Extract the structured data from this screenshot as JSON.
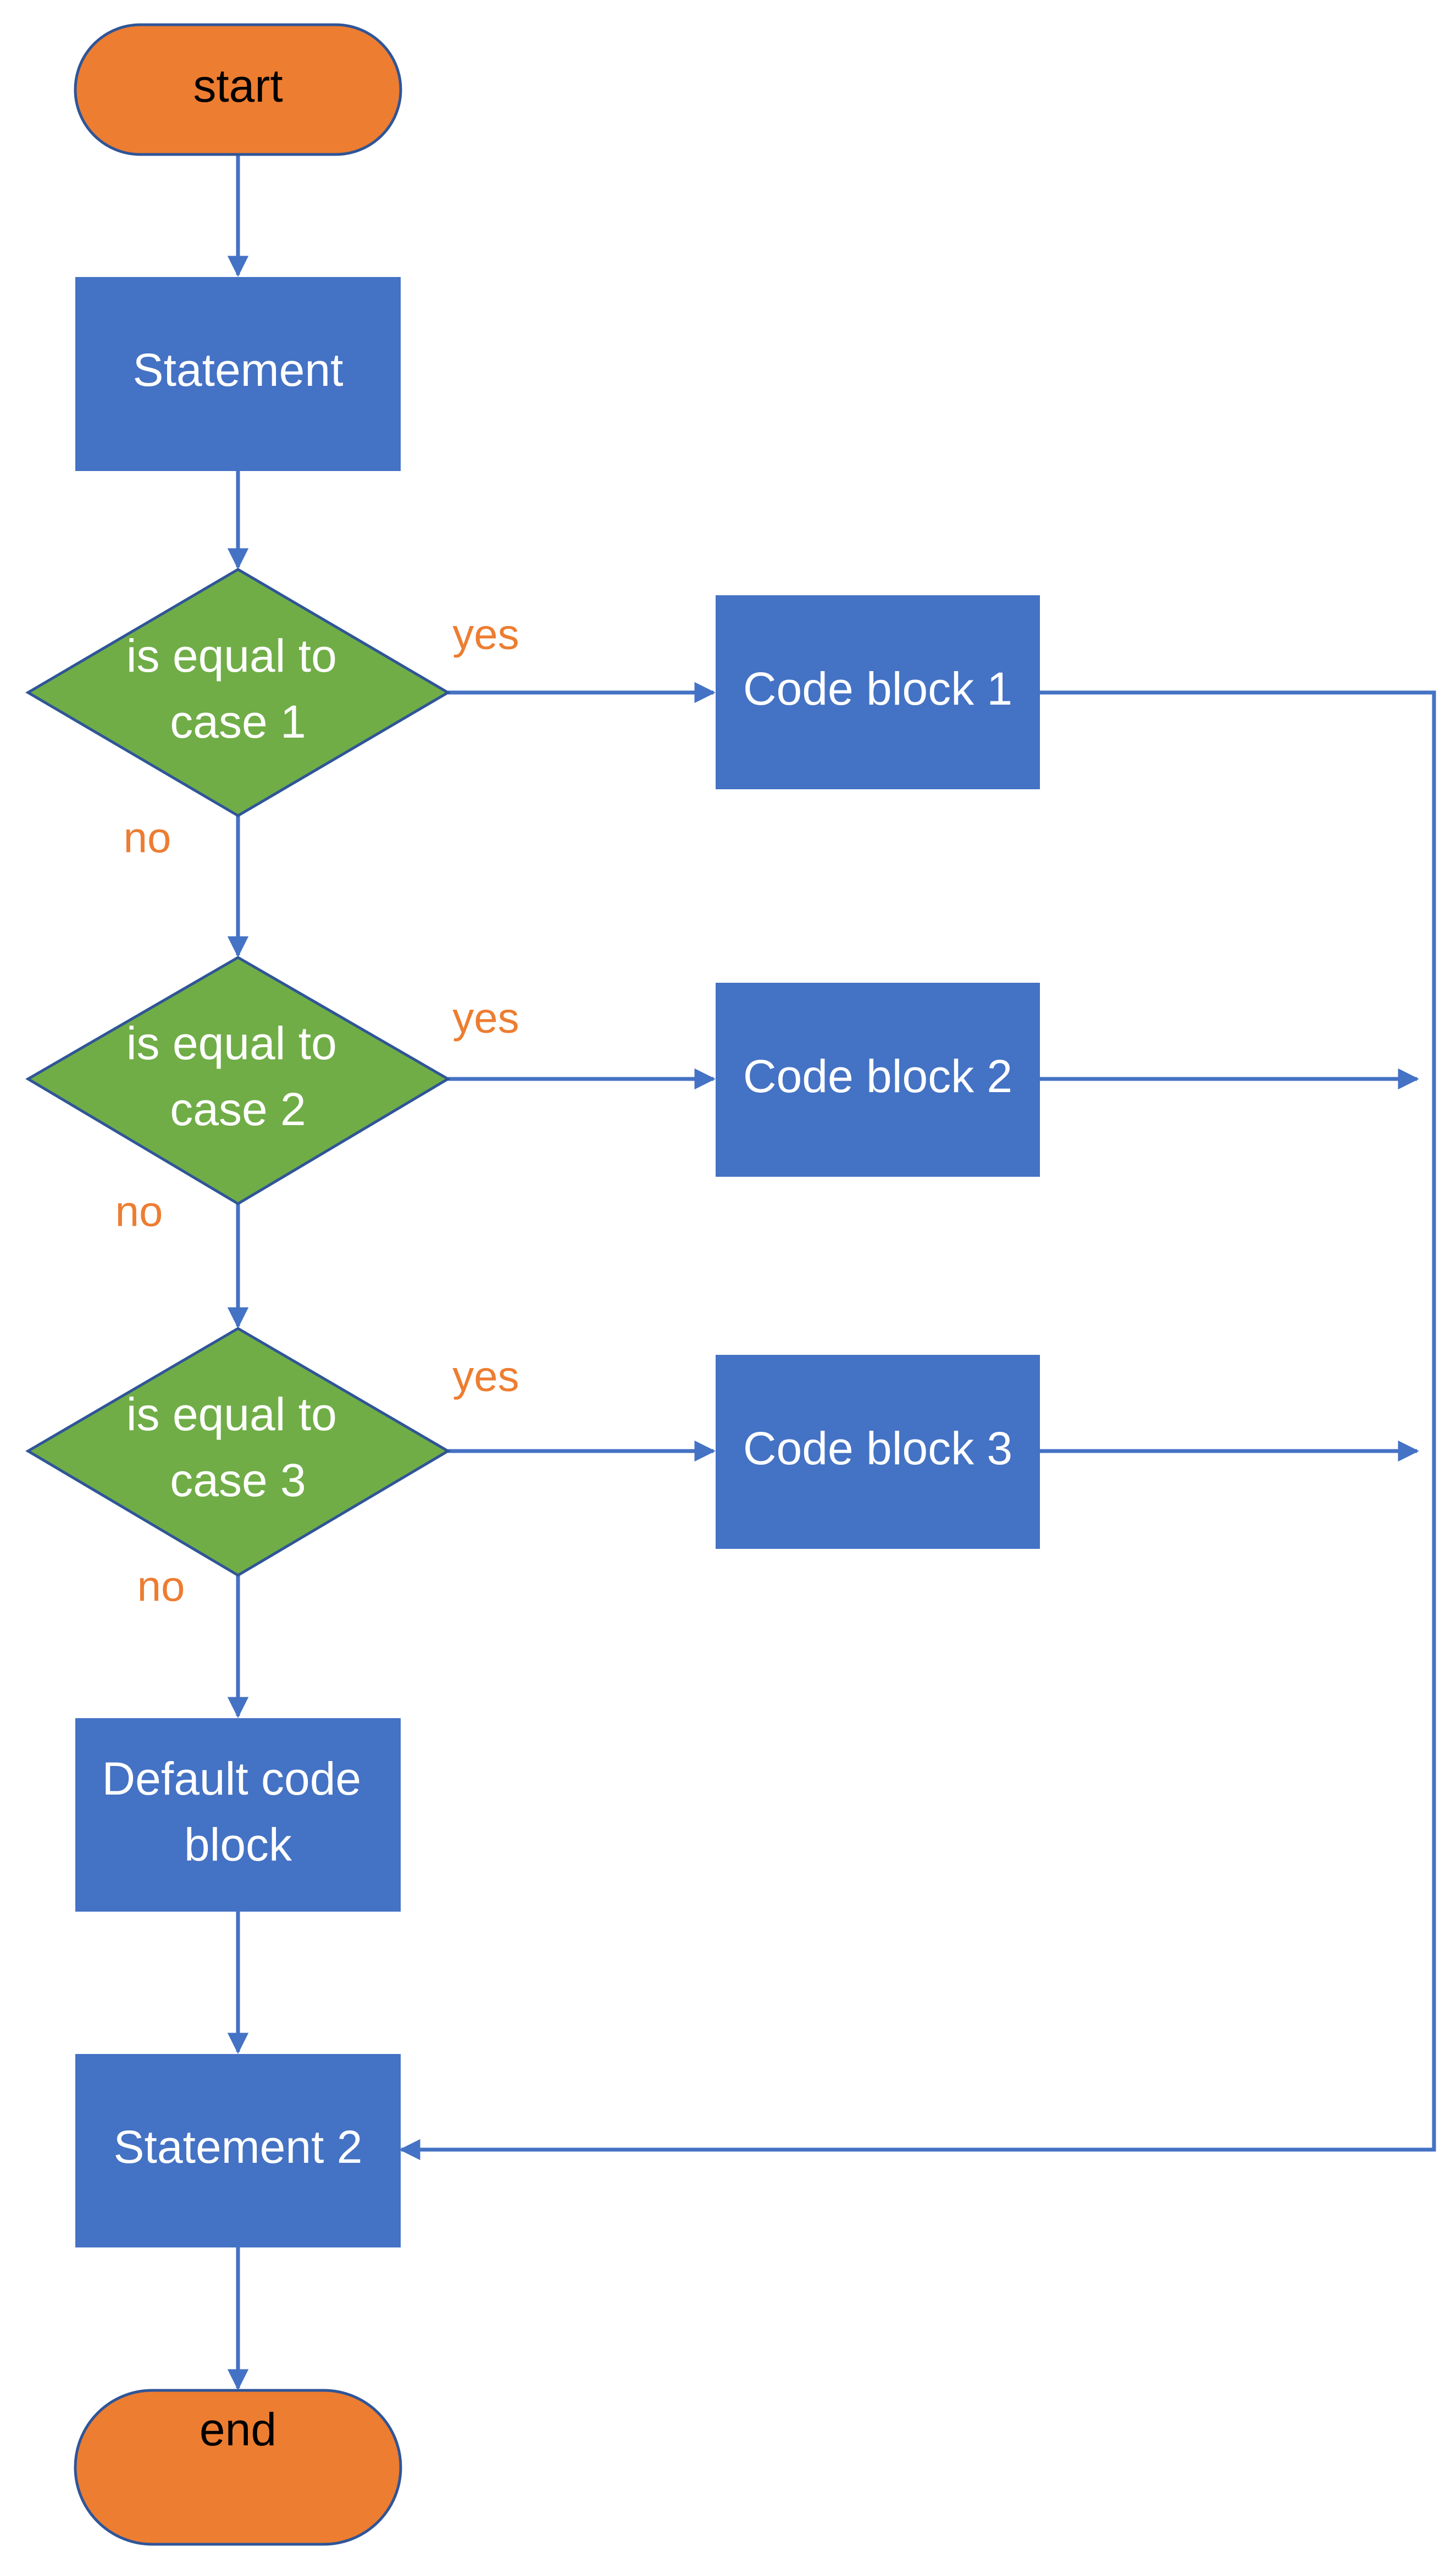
{
  "colors": {
    "terminal_fill": "#ED7D31",
    "terminal_text": "#000000",
    "process_fill": "#4472C4",
    "decision_fill": "#70AD47",
    "node_text": "#FFFFFF",
    "stroke": "#2F5597",
    "arrow": "#4472C4",
    "edge_label": "#ED7D31"
  },
  "nodes": {
    "start": "start",
    "statement": "Statement",
    "case1": [
      "is equal to",
      "case 1"
    ],
    "case2": [
      "is equal to",
      "case 2"
    ],
    "case3": [
      "is equal to",
      "case 3"
    ],
    "code1": "Code block 1",
    "code2": "Code block 2",
    "code3": "Code block 3",
    "default": [
      "Default code",
      "block"
    ],
    "statement2": "Statement 2",
    "end": "end"
  },
  "edges": {
    "yes1": "yes",
    "yes2": "yes",
    "yes3": "yes",
    "no1": "no",
    "no2": "no",
    "no3": "no"
  }
}
